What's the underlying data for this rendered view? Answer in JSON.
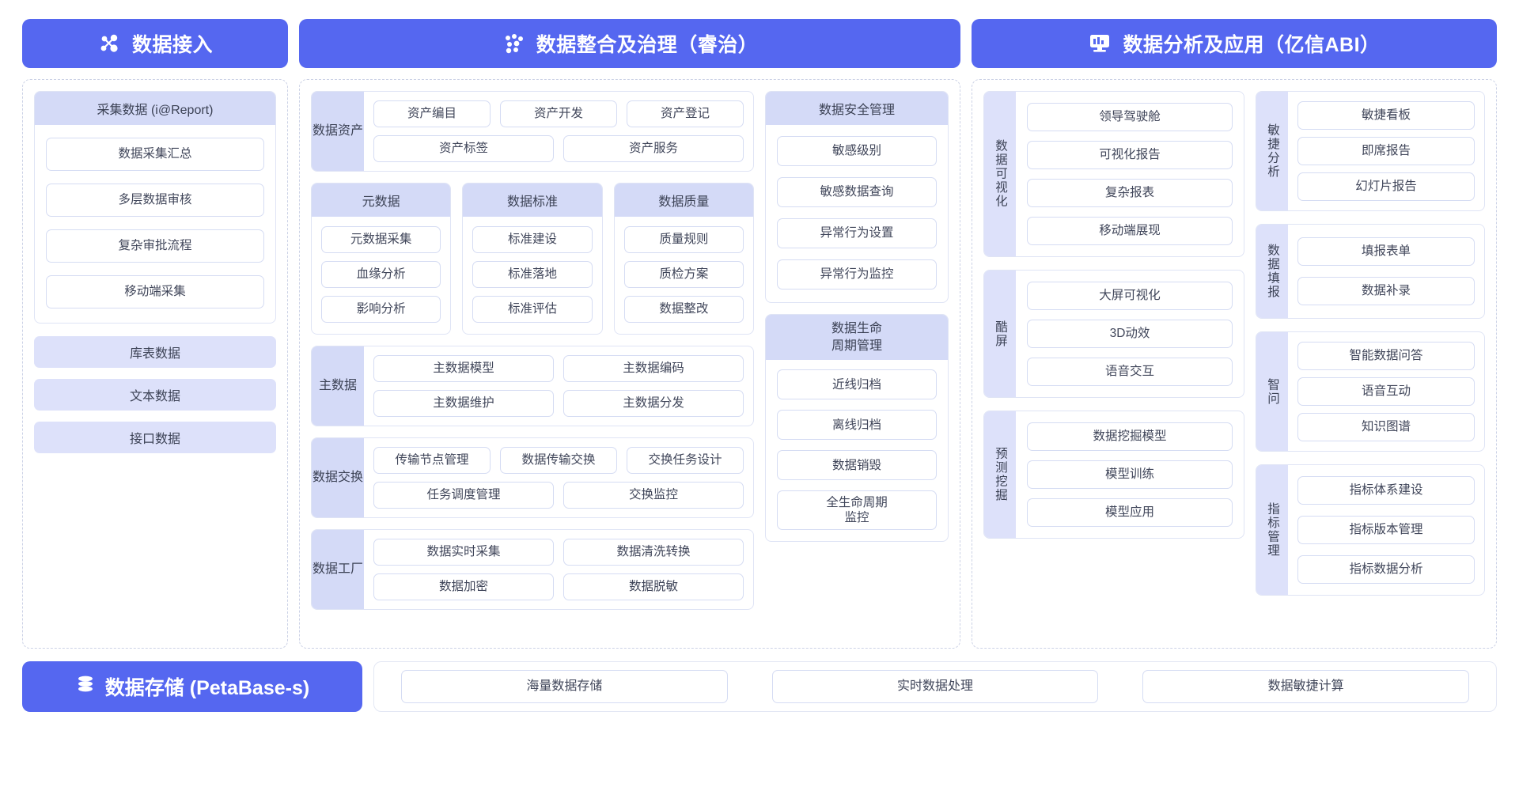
{
  "columns": [
    {
      "key": "ingest",
      "title": "数据接入",
      "icon": "network-nodes-icon",
      "collect_panel": {
        "title": "采集数据 (i@Report)",
        "items": [
          "数据采集汇总",
          "多层数据审核",
          "复杂审批流程",
          "移动端采集"
        ]
      },
      "extra_items": [
        "库表数据",
        "文本数据",
        "接口数据"
      ]
    },
    {
      "key": "govern",
      "title": "数据整合及治理（睿治）",
      "icon": "data-dots-icon",
      "asset_block": {
        "label": "数据资产",
        "rows": [
          [
            "资产编目",
            "资产开发",
            "资产登记"
          ],
          [
            "资产标签",
            "资产服务"
          ]
        ]
      },
      "tri_panels": [
        {
          "title": "元数据",
          "items": [
            "元数据采集",
            "血缘分析",
            "影响分析"
          ]
        },
        {
          "title": "数据标准",
          "items": [
            "标准建设",
            "标准落地",
            "标准评估"
          ]
        },
        {
          "title": "数据质量",
          "items": [
            "质量规则",
            "质检方案",
            "数据整改"
          ]
        }
      ],
      "master_block": {
        "label": "主数据",
        "rows": [
          [
            "主数据模型",
            "主数据编码"
          ],
          [
            "主数据维护",
            "主数据分发"
          ]
        ]
      },
      "exchange_block": {
        "label": "数据交换",
        "rows": [
          [
            "传输节点管理",
            "数据传输交换",
            "交换任务设计"
          ],
          [
            "任务调度管理",
            "交换监控"
          ]
        ]
      },
      "factory_block": {
        "label": "数据工厂",
        "rows": [
          [
            "数据实时采集",
            "数据清洗转换"
          ],
          [
            "数据加密",
            "数据脱敏"
          ]
        ]
      },
      "security_panel": {
        "title": "数据安全管理",
        "items": [
          "敏感级别",
          "敏感数据查询",
          "异常行为设置",
          "异常行为监控"
        ]
      },
      "lifecycle_panel": {
        "title": "数据生命\n周期管理",
        "title_lines": [
          "数据生命",
          "周期管理"
        ],
        "items": [
          "近线归档",
          "离线归档",
          "数据销毁",
          "全生命周期\n监控"
        ]
      }
    },
    {
      "key": "analyze",
      "title": "数据分析及应用（亿信ABI）",
      "icon": "monitor-chart-icon",
      "left_blocks": [
        {
          "label": "数据可视化",
          "items": [
            "领导驾驶舱",
            "可视化报告",
            "复杂报表",
            "移动端展现"
          ]
        },
        {
          "label": "酷屏",
          "items": [
            "大屏可视化",
            "3D动效",
            "语音交互"
          ]
        },
        {
          "label": "预测挖掘",
          "items": [
            "数据挖掘模型",
            "模型训练",
            "模型应用"
          ]
        }
      ],
      "right_blocks": [
        {
          "label": "敏捷分析",
          "items": [
            "敏捷看板",
            "即席报告",
            "幻灯片报告"
          ]
        },
        {
          "label": "数据填报",
          "items": [
            "填报表单",
            "数据补录"
          ]
        },
        {
          "label": "智问",
          "items": [
            "智能数据问答",
            "语音互动",
            "知识图谱"
          ]
        },
        {
          "label": "指标管理",
          "items": [
            "指标体系建设",
            "指标版本管理",
            "指标数据分析"
          ]
        }
      ]
    }
  ],
  "storage": {
    "title": "数据存储 (PetaBase-s)",
    "icon": "database-icon",
    "items": [
      "海量数据存储",
      "实时数据处理",
      "数据敏捷计算"
    ]
  },
  "colors": {
    "brand": "#5567f0",
    "lilac": "#d4daf7",
    "lilac_light": "#dde1fa",
    "chip_border": "#d5dcf3",
    "panel_border": "#dfe4f5",
    "dashed_border": "#ccd2e6",
    "text": "#3c4255"
  }
}
